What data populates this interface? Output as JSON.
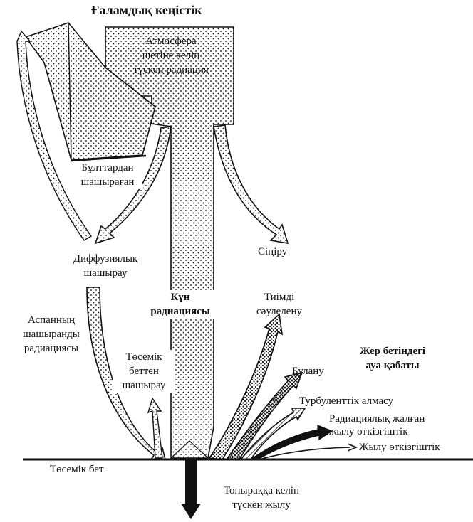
{
  "title": "Ғаламдық кеңістік",
  "labels": {
    "incoming_l1": "Атмосфера",
    "incoming_l2": "шетіне келіп",
    "incoming_l3": "түскен радиация",
    "clouds_l1": "Бұлттардан",
    "clouds_l2": "шашыраған",
    "diffuse_l1": "Диффузиялық",
    "diffuse_l2": "шашырау",
    "absorb": "Сіңіру",
    "sky_l1": "Аспанның",
    "sky_l2": "шашыранды",
    "sky_l3": "радиациясы",
    "solar_l1": "Күн",
    "solar_l2": "радиациясы",
    "surface_scatter_l1": "Төсемік",
    "surface_scatter_l2": "беттен",
    "surface_scatter_l3": "шашырау",
    "effective_l1": "Тиімді",
    "effective_l2": "сәулелену",
    "air_layer_l1": "Жер бетіндегі",
    "air_layer_l2": "ауа қабаты",
    "evaporation": "Булану",
    "turbulent": "Турбуленттік алмасу",
    "radiative_l1": "Радиациялық жалған",
    "radiative_l2": "жылу өткізгіштік",
    "conduction": "Жылу өткізгіштік",
    "surface": "Төсемік бет",
    "soil_l1": "Топыраққа келіп",
    "soil_l2": "түскен жылу"
  },
  "colors": {
    "ink": "#111111",
    "paper": "#ffffff"
  }
}
